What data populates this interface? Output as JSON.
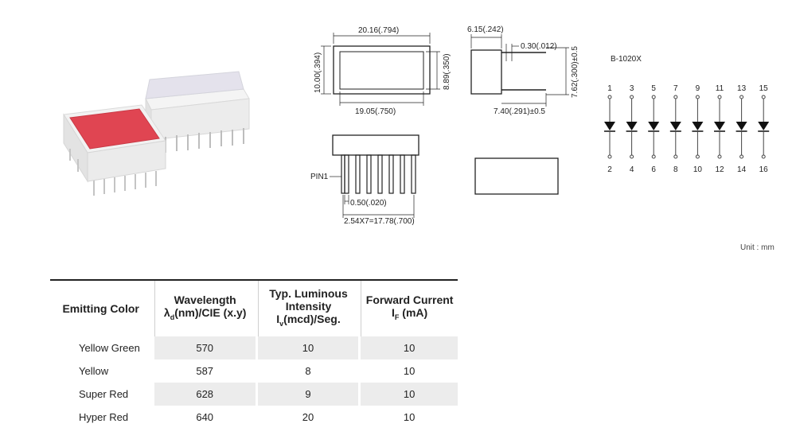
{
  "drawing": {
    "front_width": "20.16(.794)",
    "front_height": "10.00(.394)",
    "window_height": "8.89(.350)",
    "window_width": "19.05(.750)",
    "side_depth": "6.15(.242)",
    "pin_thickness": "0.30(.012)",
    "row_spacing": "7.62(.300)±0.5",
    "lead_length": "7.40(.291)±0.5",
    "pin1_label": "PIN1",
    "pin_width": "0.50(.020)",
    "pin_pitch": "2.54X7=17.78(.700)",
    "model": "B-1020X",
    "top_pins": [
      "1",
      "3",
      "5",
      "7",
      "9",
      "11",
      "13",
      "15"
    ],
    "bottom_pins": [
      "2",
      "4",
      "6",
      "8",
      "10",
      "12",
      "14",
      "16"
    ]
  },
  "unit_label": "Unit : mm",
  "table": {
    "headers": {
      "color": "Emitting Color",
      "wavelength_a": "Wavelength",
      "wavelength_b": "λ",
      "wavelength_sub": "d",
      "wavelength_c": "(nm)/CIE (x.y)",
      "intensity_a": "Typ. Luminous",
      "intensity_b": "Intensity",
      "intensity_c": "I",
      "intensity_sub": "v",
      "intensity_d": "(mcd)/Seg.",
      "current_a": "Forward Current",
      "current_b": "I",
      "current_sub": "F",
      "current_c": " (mA)"
    },
    "rows": [
      {
        "color": "Yellow Green",
        "wavelength": "570",
        "intensity": "10",
        "current": "10"
      },
      {
        "color": "Yellow",
        "wavelength": "587",
        "intensity": "8",
        "current": "10"
      },
      {
        "color": "Super Red",
        "wavelength": "628",
        "intensity": "9",
        "current": "10"
      },
      {
        "color": "Hyper Red",
        "wavelength": "640",
        "intensity": "20",
        "current": "10"
      }
    ]
  }
}
